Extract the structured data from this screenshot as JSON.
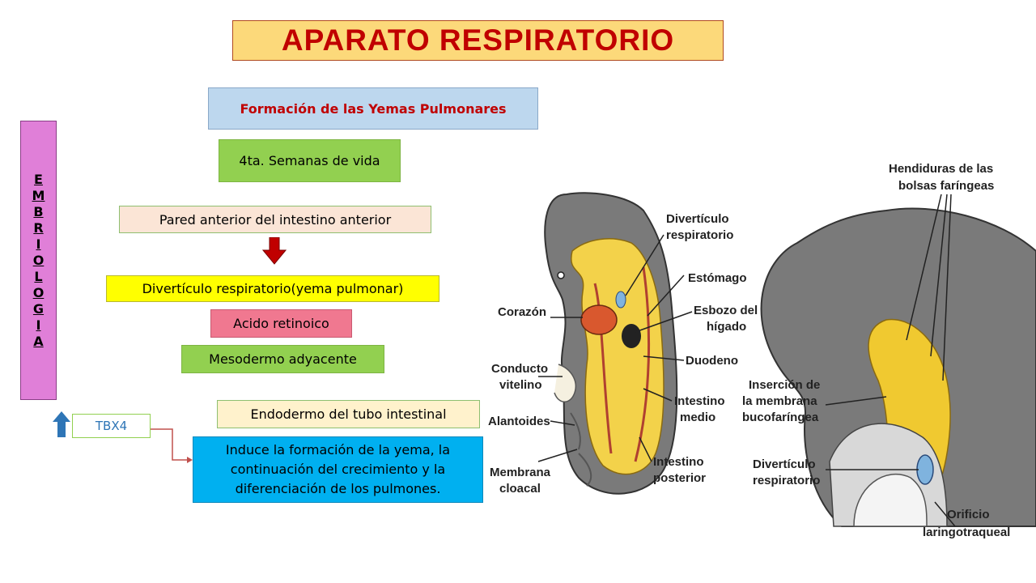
{
  "title": "APARATO RESPIRATORIO",
  "subtitle": "Formación de las Yemas Pulmonares",
  "side_label": [
    "E",
    "M",
    "B",
    "R",
    "I",
    "O",
    "L",
    "O",
    "G",
    "I",
    "A"
  ],
  "boxes": {
    "weeks": "4ta.  Semanas de vida",
    "pared": "Pared anterior del intestino anterior",
    "diverticulo": "Divertículo respiratorio(yema pulmonar)",
    "acido": "Acido retinoico",
    "mesodermo": "Mesodermo adyacente",
    "endodermo": "Endodermo del tubo intestinal",
    "tbx4": "TBX4",
    "induce": "Induce la formación de la yema, la continuación del crecimiento y la diferenciación de los pulmones."
  },
  "figure_labels": {
    "left": {
      "diverticulo_l1": "Divertículo",
      "diverticulo_l2": "respiratorio",
      "estomago": "Estómago",
      "esbozo_l1": "Esbozo del",
      "esbozo_l2": "hígado",
      "corazon": "Corazón",
      "duodeno": "Duodeno",
      "conducto_l1": "Conducto",
      "conducto_l2": "vitelino",
      "intestino_medio_l1": "Intestino",
      "intestino_medio_l2": "medio",
      "alantoides": "Alantoides",
      "membrana_l1": "Membrana",
      "membrana_l2": "cloacal",
      "intestino_post_l1": "Intestino",
      "intestino_post_l2": "posterior"
    },
    "right": {
      "hendiduras_l1": "Hendiduras de las",
      "hendiduras_l2": "bolsas faríngeas",
      "insercion_l1": "Inserción de",
      "insercion_l2": "la membrana",
      "insercion_l3": "bucofaríngea",
      "diverticulo_l1": "Divertículo",
      "diverticulo_l2": "respiratorio",
      "orificio_l1": "Orificio",
      "orificio_l2": "laringotraqueal"
    }
  },
  "colors": {
    "title_bg": "#fcd97a",
    "title_text": "#c00000",
    "green": "#92d050",
    "blue": "#00b0f0",
    "pink": "#e07fd8",
    "arrow_red": "#c00000",
    "arrow_blue": "#2e75b6"
  }
}
